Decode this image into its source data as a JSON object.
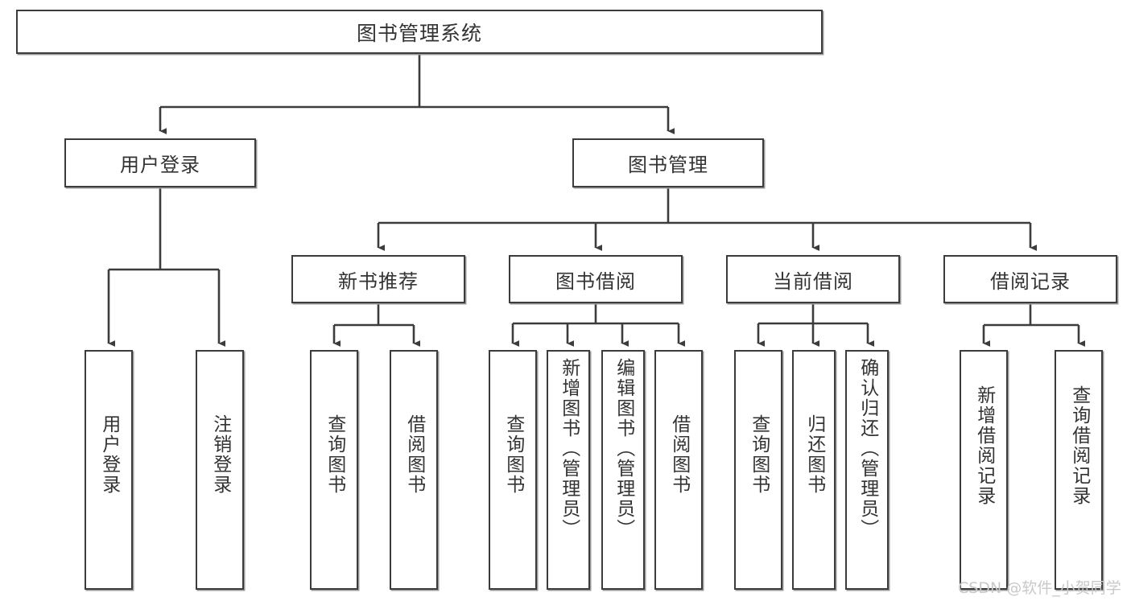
{
  "diagram": {
    "title": "图书管理系统",
    "type": "hierarchy-tree",
    "root": {
      "label": "图书管理系统"
    },
    "tier2": [
      {
        "label": "用户登录"
      },
      {
        "label": "图书管理"
      }
    ],
    "tier3": [
      {
        "label": "新书推荐"
      },
      {
        "label": "图书借阅"
      },
      {
        "label": "当前借阅"
      },
      {
        "label": "借阅记录"
      }
    ],
    "leaves": [
      {
        "label": "用户登录",
        "parent": "用户登录"
      },
      {
        "label": "注销登录",
        "parent": "用户登录"
      },
      {
        "label": "查询图书",
        "parent": "新书推荐"
      },
      {
        "label": "借阅图书",
        "parent": "新书推荐"
      },
      {
        "label": "查询图书",
        "parent": "图书借阅"
      },
      {
        "label": "新增图书（管理员）",
        "parent": "图书借阅"
      },
      {
        "label": "编辑图书（管理员）",
        "parent": "图书借阅"
      },
      {
        "label": "借阅图书",
        "parent": "图书借阅"
      },
      {
        "label": "查询图书",
        "parent": "当前借阅"
      },
      {
        "label": "归还图书",
        "parent": "当前借阅"
      },
      {
        "label": "确认归还（管理员）",
        "parent": "当前借阅"
      },
      {
        "label": "新增借阅记录",
        "parent": "借阅记录"
      },
      {
        "label": "查询借阅记录",
        "parent": "借阅记录"
      }
    ]
  },
  "watermark": {
    "text": "CSDN @软件_小贺同学"
  },
  "colors": {
    "stroke": "#3c3c3c",
    "box_fill": "#ffffff",
    "text": "#333333",
    "shadow": "#9a9a9a",
    "watermark": "#c9c9c9"
  }
}
